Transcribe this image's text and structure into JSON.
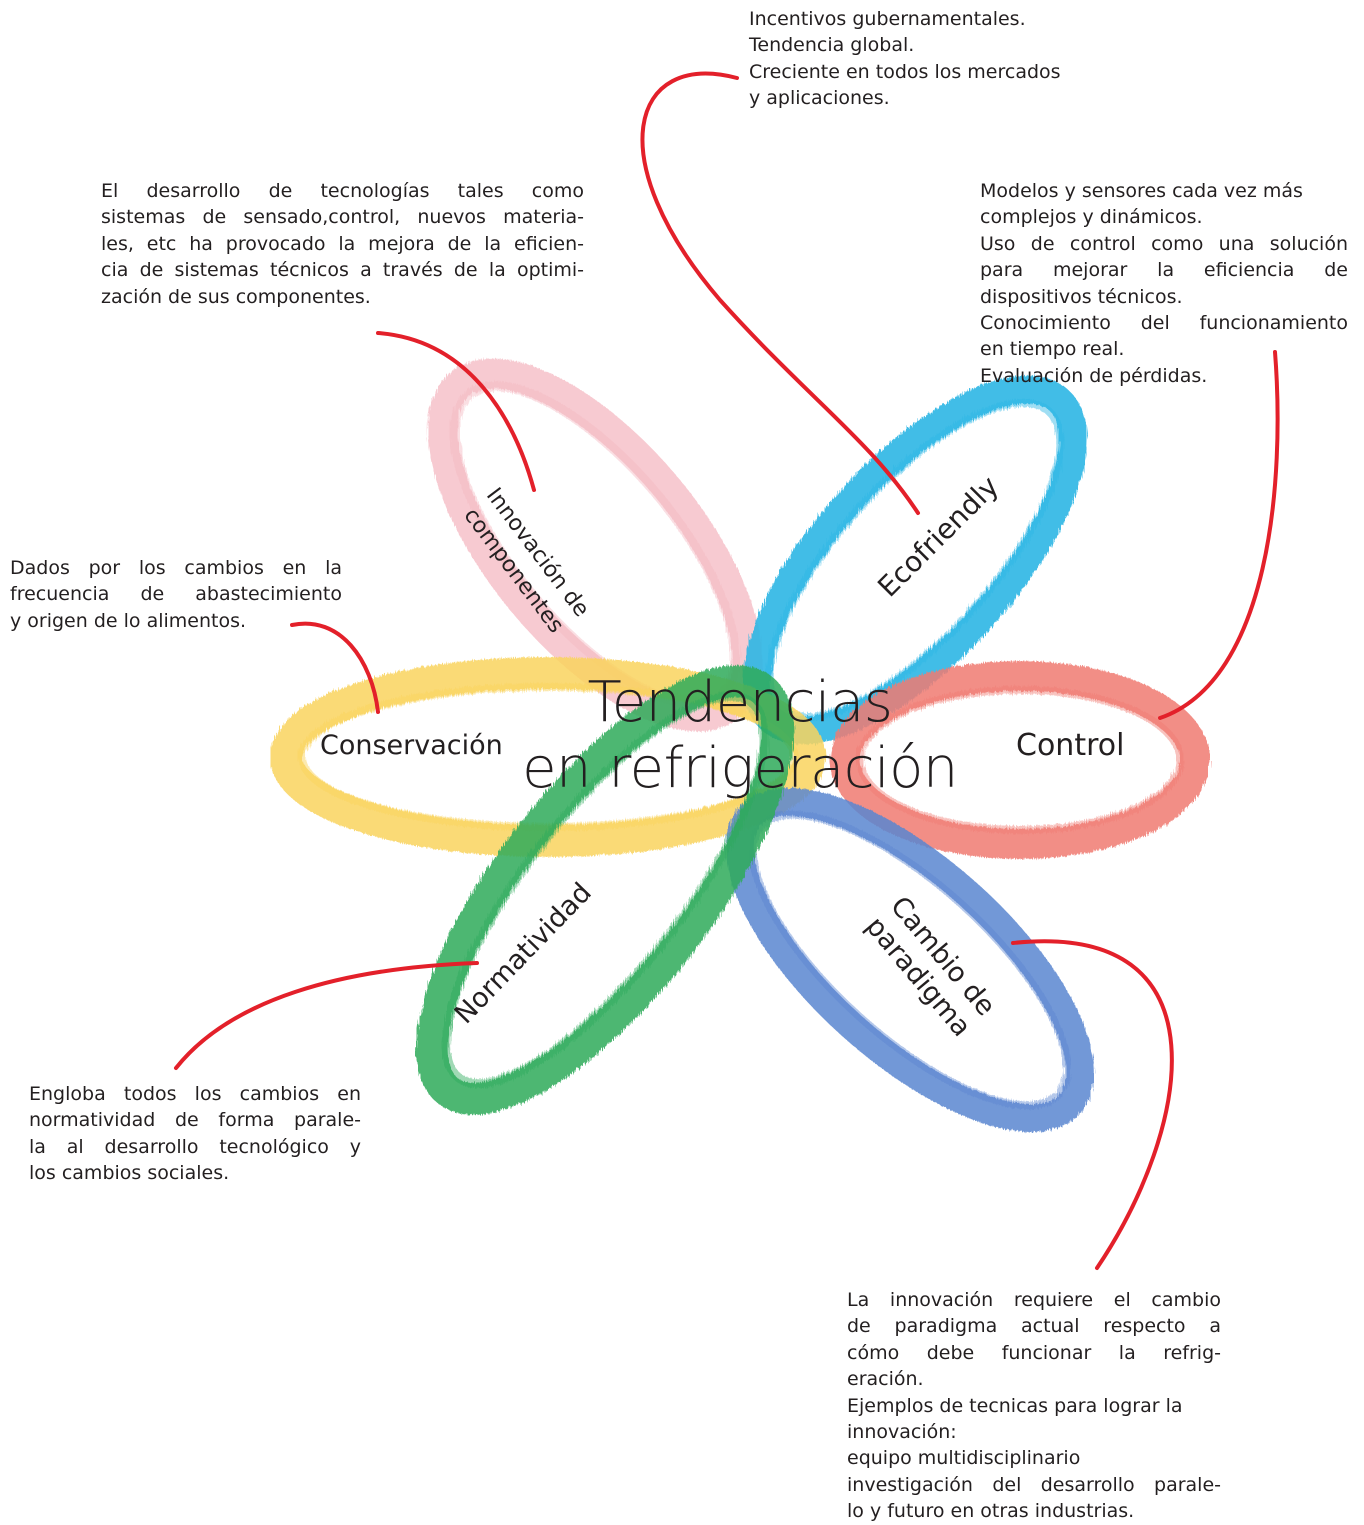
{
  "center": {
    "line1": "Tendencias",
    "line2": "en refrigeración"
  },
  "loops": {
    "innovacion": {
      "line1": "Innovación de",
      "line2": "componentes",
      "color": "#f4b8c2"
    },
    "ecofriendly": {
      "label": "Ecofriendly",
      "color": "#2cb6e4"
    },
    "conservacion": {
      "label": "Conservación",
      "color": "#f9d35e"
    },
    "control": {
      "label": "Control",
      "color": "#f07a72"
    },
    "normatividad": {
      "label": "Normatividad",
      "color": "#2daa5a"
    },
    "cambio": {
      "line1": "Cambio de",
      "line2": "paradigma",
      "color": "#5a86d0"
    }
  },
  "connector_color": "#e3202a",
  "notes": {
    "eco": [
      "Incentivos gubernamentales.",
      "Tendencia global.",
      "Creciente en todos los mercados",
      "y aplicaciones."
    ],
    "innovacion": [
      "El desarrollo de tecnologías tales como",
      "sistemas de sensado,control, nuevos materia-",
      "les, etc ha provocado la mejora de la eficien-",
      "cia de sistemas técnicos a través de la optimi-",
      "zación de sus componentes."
    ],
    "control": [
      "Modelos y sensores cada vez más",
      "complejos y dinámicos.",
      "Uso de control como una solución",
      "para mejorar la eficiencia de",
      "dispositivos técnicos.",
      "Conocimiento del funcionamiento",
      "en tiempo real.",
      "Evaluación de pérdidas."
    ],
    "conservacion": [
      "Dados por los cambios en la",
      "frecuencia de abastecimiento",
      "y origen de lo alimentos."
    ],
    "normatividad": [
      "Engloba todos los cambios en",
      "normatividad de forma parale-",
      "la al desarrollo tecnológico y",
      "los cambios sociales."
    ],
    "cambio": [
      "La innovación requiere el cambio",
      "de paradigma actual respecto a",
      "cómo debe funcionar la refrig-",
      "eración.",
      "Ejemplos de tecnicas para lograr la",
      "innovación:",
      "equipo multidisciplinario",
      "investigación del desarrollo parale-",
      "lo y futuro en otras industrias."
    ]
  }
}
